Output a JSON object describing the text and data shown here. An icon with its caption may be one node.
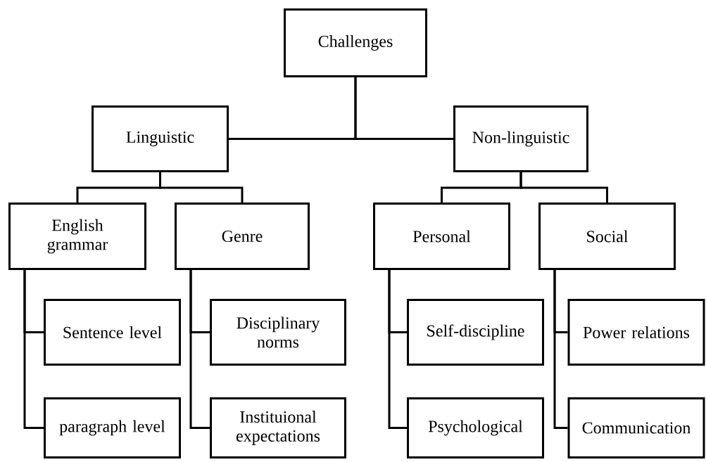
{
  "diagram": {
    "nodes": [
      {
        "text": [
          "Challenges"
        ]
      },
      {
        "text": [
          "Linguistic"
        ]
      },
      {
        "text": [
          "Non-linguistic"
        ]
      },
      {
        "text": [
          "English grammar"
        ]
      },
      {
        "text": [
          "Genre"
        ]
      },
      {
        "text": [
          "Personal"
        ]
      },
      {
        "text": [
          "Social"
        ]
      },
      {
        "text": [
          "Sentence level"
        ]
      },
      {
        "text": [
          "Disciplinary norms"
        ]
      },
      {
        "text": [
          "Self-discipline"
        ]
      },
      {
        "text": [
          "Power relations"
        ]
      },
      {
        "text": [
          "paragraph level"
        ]
      },
      {
        "text": [
          "Instituional expectations"
        ]
      },
      {
        "text": [
          "Psychological"
        ]
      },
      {
        "text": [
          "Communication"
        ]
      }
    ],
    "edges": [
      {
        "from": 0,
        "to": 1,
        "arrow": "none"
      },
      {
        "from": 0,
        "to": 2,
        "arrow": "none"
      },
      {
        "from": 1,
        "to": 3,
        "arrow": "none"
      },
      {
        "from": 1,
        "to": 4,
        "arrow": "none"
      },
      {
        "from": 2,
        "to": 5,
        "arrow": "none"
      },
      {
        "from": 2,
        "to": 6,
        "arrow": "none"
      },
      {
        "from": 3,
        "to": 7,
        "arrow": "none"
      },
      {
        "from": 3,
        "to": 11,
        "arrow": "none"
      },
      {
        "from": 4,
        "to": 8,
        "arrow": "none"
      },
      {
        "from": 4,
        "to": 12,
        "arrow": "none"
      },
      {
        "from": 5,
        "to": 9,
        "arrow": "none"
      },
      {
        "from": 5,
        "to": 13,
        "arrow": "none"
      },
      {
        "from": 6,
        "to": 10,
        "arrow": "none"
      },
      {
        "from": 6,
        "to": 14,
        "arrow": "none"
      }
    ]
  }
}
